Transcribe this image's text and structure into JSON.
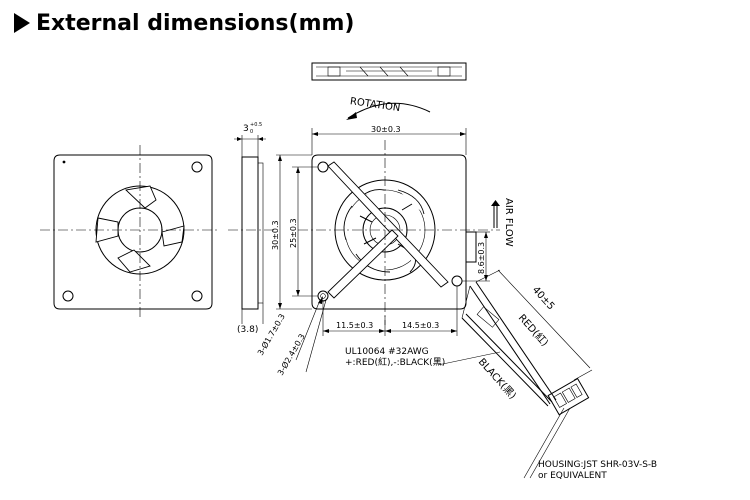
{
  "header": {
    "title": "External dimensions(mm)"
  },
  "labels": {
    "rotation": "ROTATION",
    "air_flow": "AIR FLOW",
    "thickness": "3",
    "thickness_tol": "+0.5",
    "thickness_tol2": "0",
    "thickness_ref": "(3.8)",
    "width": "30±0.3",
    "height_outer": "30±0.3",
    "height_inner": "25±0.3",
    "offset_right": "8.6±0.3",
    "hole_1": "3-Ø1.7±0.3",
    "hole_2": "3-Ø2.4±0.3",
    "dim_left": "11.5±0.3",
    "dim_right": "14.5±0.3",
    "cable_length": "40±5",
    "wire_red": "RED(紅)",
    "wire_black": "BLACK(黑)",
    "wire_spec_1": "UL10064  #32AWG",
    "wire_spec_2": "+:RED(紅),-:BLACK(黑)",
    "housing_1": "HOUSING:JST  SHR-03V-S-B",
    "housing_2": "or  EQUIVALENT"
  }
}
